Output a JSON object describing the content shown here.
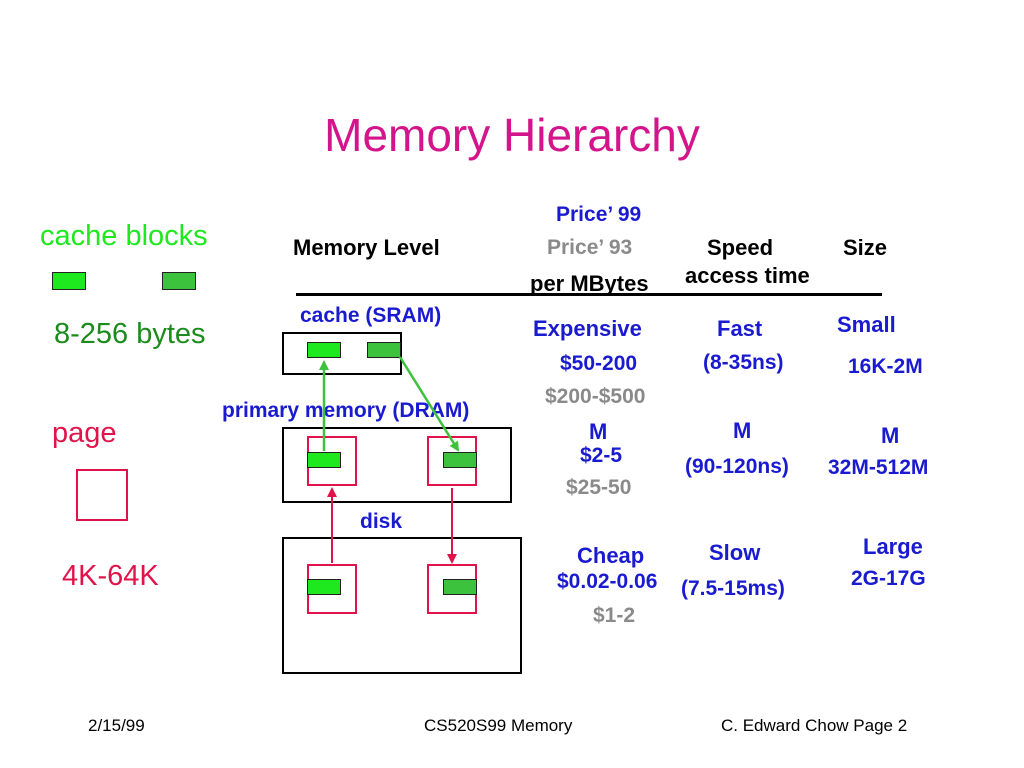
{
  "title": "Memory Hierarchy",
  "colors": {
    "title": "#d4148a",
    "block_green": "#1ee81e",
    "block_green_dark": "#3cc23c",
    "page_red": "#e0144a",
    "legend_green": "#1c8a1c",
    "blue": "#1a1ad0",
    "gray": "#8a8a8a"
  },
  "legend": {
    "cache_blocks_label": "cache blocks",
    "cache_blocks_size": "8-256 bytes",
    "page_label": "page",
    "page_size": "4K-64K"
  },
  "header": {
    "memory_level": "Memory Level",
    "price99": "Price’ 99",
    "price93": "Price’ 93",
    "per_mbytes": "per MBytes",
    "speed": "Speed",
    "access_time": "access time",
    "size": "Size"
  },
  "levels": [
    {
      "name": "cache (SRAM)",
      "cost_label": "Expensive",
      "price99": "$50-200",
      "price93": "$200-$500",
      "speed_label": "Fast",
      "speed_value": "(8-35ns)",
      "size_label": "Small",
      "size_value": "16K-2M"
    },
    {
      "name": "primary memory (DRAM)",
      "cost_label": "M",
      "price99": "$2-5",
      "price93": "$25-50",
      "speed_label": "M",
      "speed_value": "(90-120ns)",
      "size_label": "M",
      "size_value": "32M-512M"
    },
    {
      "name": "disk",
      "cost_label": "Cheap",
      "price99": "$0.02-0.06",
      "price93": "$1-2",
      "speed_label": "Slow",
      "speed_value": "(7.5-15ms)",
      "size_label": "Large",
      "size_value": "2G-17G"
    }
  ],
  "footer": {
    "date": "2/15/99",
    "course": "CS520S99 Memory",
    "author": "C. Edward Chow Page 2"
  }
}
